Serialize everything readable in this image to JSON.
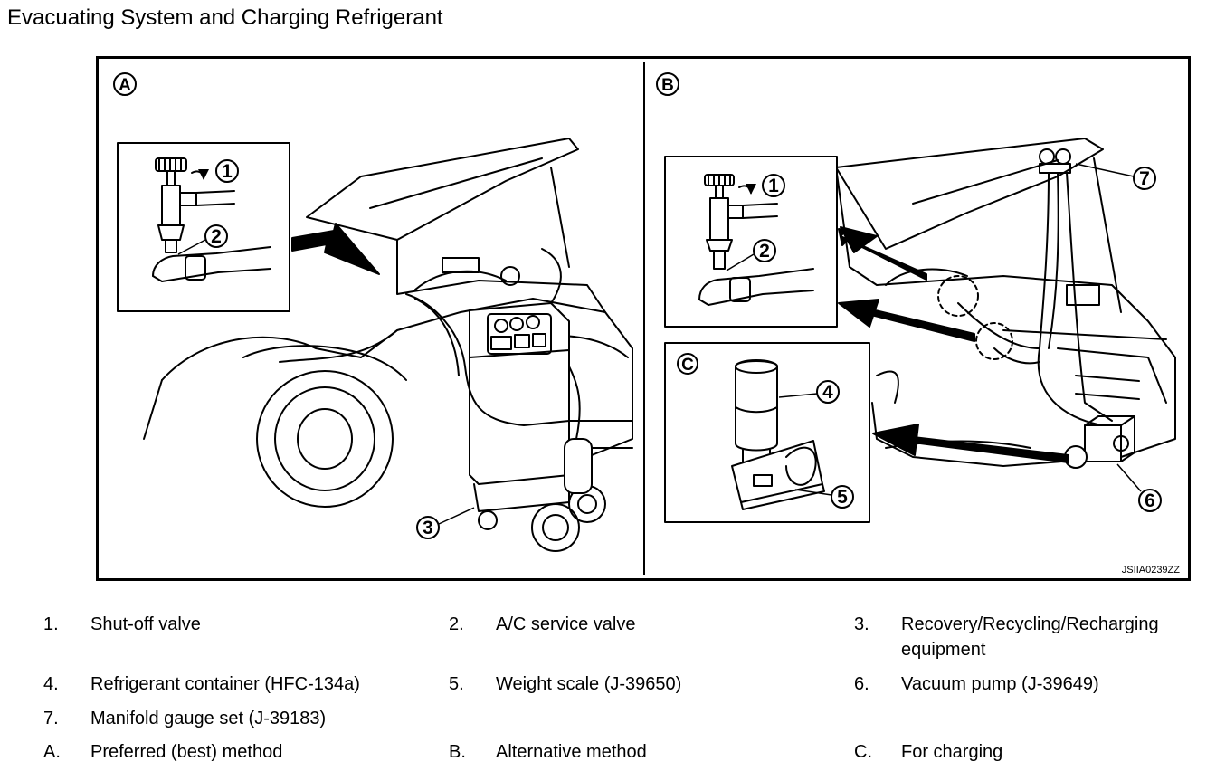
{
  "title": "Evacuating System and Charging Refrigerant",
  "figure": {
    "panels": [
      {
        "letter": "A"
      },
      {
        "letter": "B"
      },
      {
        "letter": "C"
      }
    ],
    "callouts": [
      "1",
      "2",
      "3",
      "1",
      "2",
      "4",
      "5",
      "6",
      "7"
    ],
    "figure_code": "JSIIA0239ZZ"
  },
  "legend": {
    "items": [
      {
        "key": "1.",
        "text": "Shut-off valve"
      },
      {
        "key": "2.",
        "text": "A/C service valve"
      },
      {
        "key": "3.",
        "text": "Recovery/Recycling/Recharging equipment"
      },
      {
        "key": "4.",
        "text": "Refrigerant container (HFC-134a)"
      },
      {
        "key": "5.",
        "text": "Weight scale (J-39650)"
      },
      {
        "key": "6.",
        "text": "Vacuum pump (J-39649)"
      },
      {
        "key": "7.",
        "text": "Manifold gauge set (J-39183)"
      },
      {
        "key": "A.",
        "text": "Preferred (best) method"
      },
      {
        "key": "B.",
        "text": "Alternative method"
      },
      {
        "key": "C.",
        "text": "For charging"
      }
    ]
  }
}
